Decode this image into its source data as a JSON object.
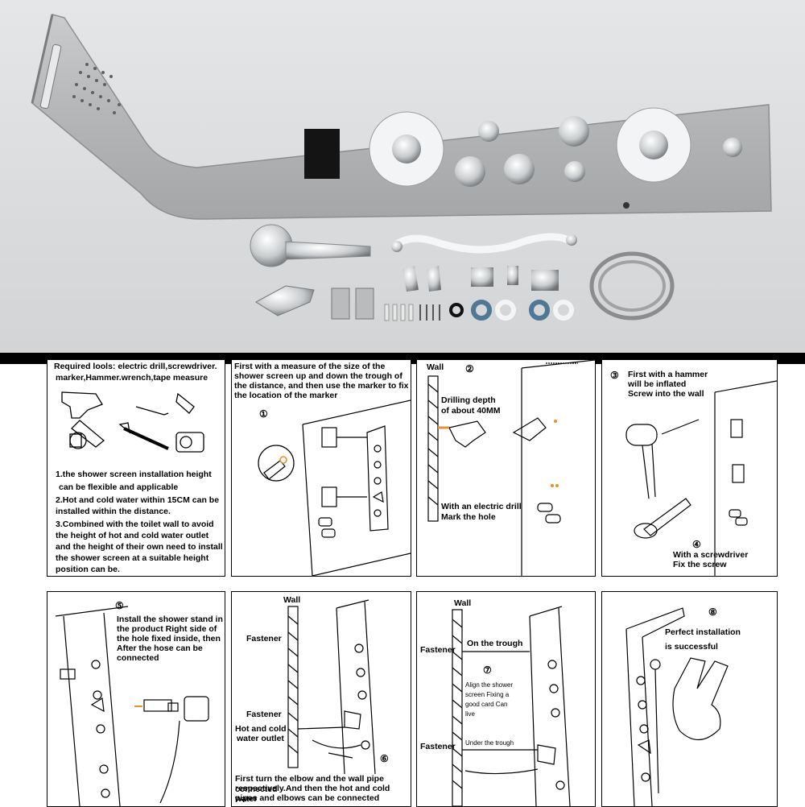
{
  "panels": {
    "p0": {
      "title": "Required lools: electric drill,screwdriver.",
      "title2": "marker,Hammer.wrench,tape measure",
      "n1a": "1.the shower screen installation height",
      "n1b": "can be flexible and applicable",
      "n2a": "2.Hot and cold water within 15CM can be",
      "n2b": "installed within the distance.",
      "n3a": "3.Combined with the toilet wall to avoid",
      "n3b": "the height of hot and cold water outlet",
      "n3c": "and the height of their own need to install",
      "n3d": "the shower screen at a suitable height",
      "n3e": "position can be."
    },
    "p1": {
      "l1": "First with a measure of the size of the",
      "l2": "shower screen up and down the trough of",
      "l3": "the distance, and then use the marker to fix",
      "l4": "the location of the marker",
      "num": "①"
    },
    "p2": {
      "wall": "Wall",
      "num": "②",
      "d1": "Drilling depth",
      "d2": "of about 40MM",
      "e1": "With an electric drill",
      "e2": "Mark the hole"
    },
    "p3": {
      "num3": "③",
      "l1": "First with a hammer",
      "l2": "will be inflated",
      "l3": "Screw into the wall",
      "num4": "④",
      "s1": "With a screwdriver",
      "s2": "Fix the screw"
    },
    "p4": {
      "num": "⑤",
      "l1": "Install the shower stand in",
      "l2": "the product Right side of",
      "l3": "the hole fixed inside, then",
      "l4": "After the hose can be",
      "l5": "connected"
    },
    "p5": {
      "wall": "Wall",
      "f1": "Fastener",
      "f2": "Fastener",
      "h1": "Hot and cold",
      "h2": "water outlet",
      "num": "⑥",
      "b1": "First turn the elbow and the wall pipe connected",
      "b2": "respectively.And then the hot and cold water",
      "b3": "pipes and elbows can be connected"
    },
    "p6": {
      "wall": "Wall",
      "f1": "Fastener",
      "f2": "Fastener",
      "trough": "On the trough",
      "num": "⑦",
      "a1": "Align the shower",
      "a2": "screen Fixing a",
      "a3": "good card Can",
      "a4": "live",
      "under": "Under the trough"
    },
    "p7": {
      "num": "⑧",
      "l1": "Perfect installation",
      "l2": "is successful"
    }
  }
}
